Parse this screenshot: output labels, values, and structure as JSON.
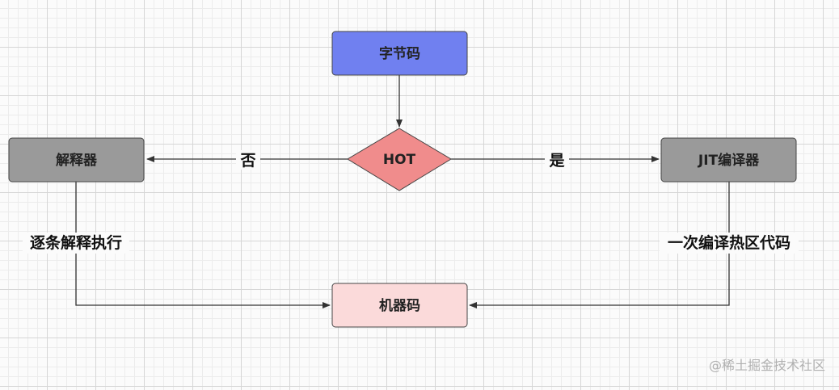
{
  "nodes": {
    "bytecode": {
      "label": "字节码",
      "color": "#7080f0"
    },
    "hot": {
      "label": "HOT",
      "color": "#f08c8c"
    },
    "interpreter": {
      "label": "解释器",
      "color": "#9a9a9a"
    },
    "jit": {
      "label": "JIT编译器",
      "color": "#9a9a9a"
    },
    "machine_code": {
      "label": "机器码",
      "color": "#fbdada"
    }
  },
  "edges": {
    "no_label": "否",
    "yes_label": "是",
    "interpret_label": "逐条解释执行",
    "compile_label": "一次编译热区代码"
  },
  "watermark": "@稀土掘金技术社区"
}
